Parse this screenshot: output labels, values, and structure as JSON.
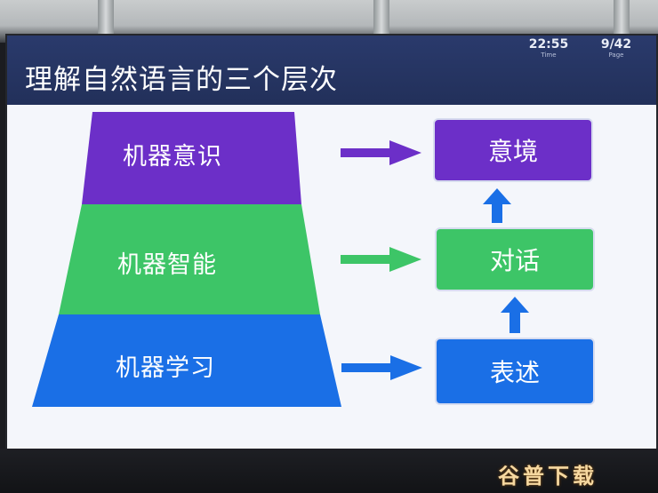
{
  "slide": {
    "title": "理解自然语言的三个层次",
    "time_value": "22:55",
    "time_label": "Time",
    "page_value": "9/42",
    "page_label": "Page"
  },
  "pyramid": {
    "top": {
      "label": "机器意识",
      "color": "#6c2fc8"
    },
    "middle": {
      "label": "机器智能",
      "color": "#3dc567"
    },
    "bottom": {
      "label": "机器学习",
      "color": "#1a6fe6"
    }
  },
  "boxes": {
    "top": {
      "label": "意境",
      "color": "#6c2fc8"
    },
    "middle": {
      "label": "对话",
      "color": "#3dc567"
    },
    "bottom": {
      "label": "表述",
      "color": "#1a6fe6"
    }
  },
  "watermark": "谷普下载"
}
